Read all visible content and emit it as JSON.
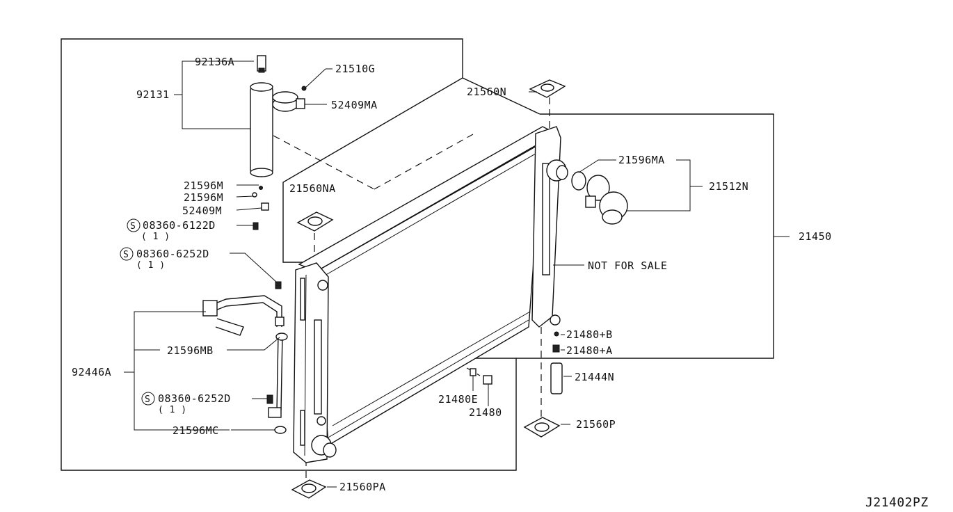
{
  "diagram_code": "J21402PZ",
  "labels": {
    "p92136A": "92136A",
    "p21510G": "21510G",
    "p92131": "92131",
    "p52409MA": "52409MA",
    "p21560N": "21560N",
    "p21596MA": "21596MA",
    "p21512N": "21512N",
    "p21450": "21450",
    "p21560NA": "21560NA",
    "p21596M_1": "21596M",
    "p21596M_2": "21596M",
    "p52409M": "52409M",
    "p08360_6122D": "08360-6122D",
    "p08360_6122D_qty": "( 1 )",
    "p08360_6252D_a": "08360-6252D",
    "p08360_6252D_a_qty": "( 1 )",
    "not_for_sale": "NOT FOR SALE",
    "p21480B": "21480+B",
    "p21480A": "21480+A",
    "p21596MB": "21596MB",
    "p92446A": "92446A",
    "p21444N": "21444N",
    "p21480E": "21480E",
    "p21480": "21480",
    "p08360_6252D_b": "08360-6252D",
    "p08360_6252D_b_qty": "( 1 )",
    "p21560P": "21560P",
    "p21596MC": "21596MC",
    "p21560PA": "21560PA"
  },
  "symbols": {
    "standard_part_mark": "S"
  }
}
